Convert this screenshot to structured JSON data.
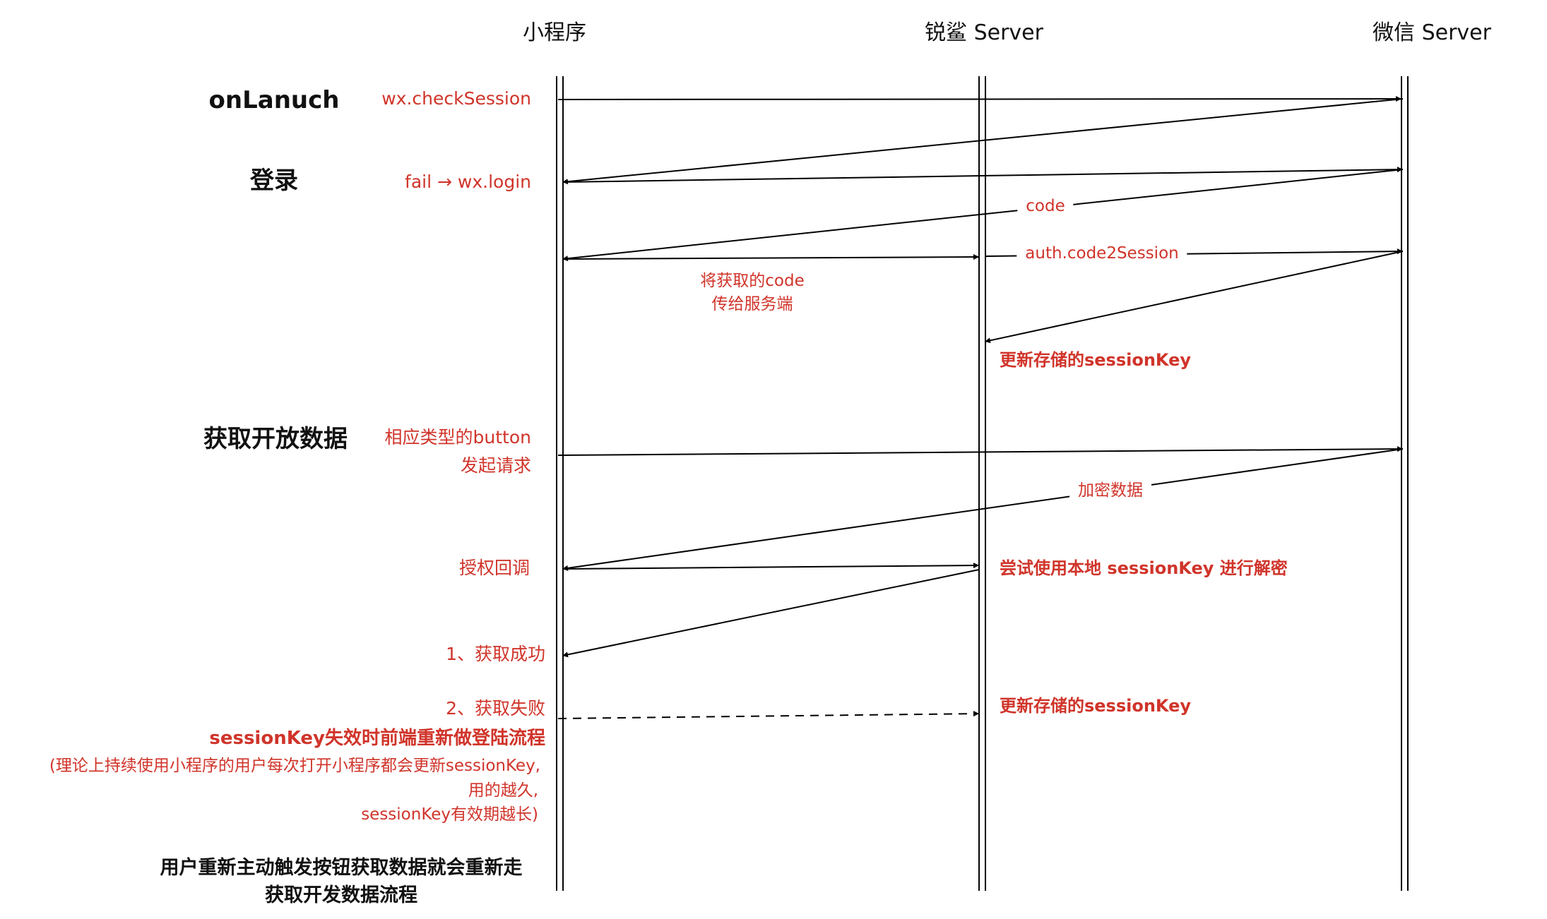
{
  "lanes": {
    "miniprogram": "小程序",
    "ruisha_server": "锐鲨 Server",
    "wechat_server": "微信 Server"
  },
  "sections": {
    "onlaunch": "onLanuch",
    "login": "登录",
    "open_data": "获取开放数据"
  },
  "labels": {
    "check_session": "wx.checkSession",
    "fail_login": "fail → wx.login",
    "code": "code",
    "code2session": "auth.code2Session",
    "send_code_line1": "将获取的code",
    "send_code_line2": "传给服务端",
    "update_session_key_1": "更新存储的sessionKey",
    "button_request_line1": "相应类型的button",
    "button_request_line2": "发起请求",
    "encrypted_data": "加密数据",
    "auth_callback": "授权回调",
    "try_decrypt": "尝试使用本地 sessionKey 进行解密",
    "success": "1、获取成功",
    "failure": "2、获取失败",
    "update_session_key_2": "更新存储的sessionKey",
    "relogin": "sessionKey失效时前端重新做登陆流程",
    "note_line1": "(理论上持续使用小程序的用户每次打开小程序都会更新sessionKey,",
    "note_line2": "用的越久,",
    "note_line3": "sessionKey有效期越长)",
    "footer_line1": "用户重新主动触发按钮获取数据就会重新走",
    "footer_line2": "获取开发数据流程"
  },
  "colors": {
    "accent_red": "#d0342a",
    "text_black": "#111111",
    "line": "#000000"
  }
}
